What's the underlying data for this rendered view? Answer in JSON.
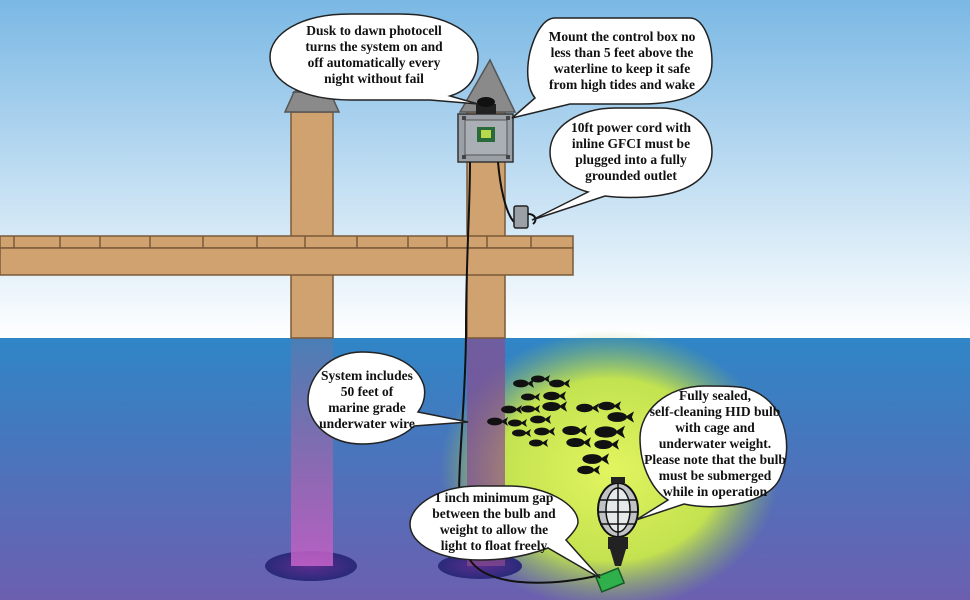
{
  "colors": {
    "sky_top": "#7ab8e4",
    "sky_bottom": "#ffffff",
    "water_top": "#2f86c6",
    "water_bottom": "#6c5fb0",
    "wood": "#d0a270",
    "wood_outline": "#7a5a38",
    "cap": "#8a8a8a",
    "glow": "#d4ee4e",
    "fish": "#111111",
    "weight": "#2fb04a"
  },
  "callouts": {
    "photocell": "Dusk to dawn photocell\nturns the system on and\noff automatically every\nnight without fail",
    "mount": "Mount the control box no\nless than 5 feet above the\nwaterline to keep it safe\nfrom high tides and wake",
    "power_cord": "10ft power cord with\ninline GFCI must be\nplugged into a fully\ngrounded  outlet",
    "wire": "System includes\n50 feet of\nmarine grade\nunderwater wire",
    "bulb": "Fully sealed,\nself-cleaning HID bulb\nwith cage and\nunderwater weight.\nPlease note that the bulb\nmust be submerged\nwhile in operation",
    "gap": "1 inch minimum gap\nbetween the bulb and\nweight to allow the\nlight to float freely"
  }
}
